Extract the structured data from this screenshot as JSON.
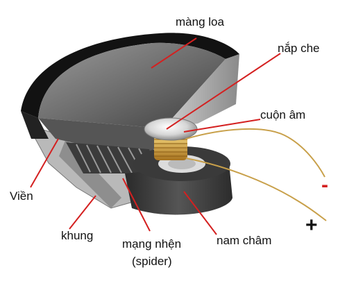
{
  "labels": {
    "cone": "màng loa",
    "dust_cap": "nắp che",
    "voice_coil": "cuộn âm",
    "surround": "Viền",
    "frame": "khung",
    "spider": "mạng nhện",
    "spider_en": "(spider)",
    "magnet": "nam châm"
  },
  "terminals": {
    "negative": "-",
    "positive": "+"
  },
  "colors": {
    "leader": "#d42020",
    "negative": "#d42020",
    "positive": "#111111",
    "coil_wire": "#c8a04a"
  }
}
